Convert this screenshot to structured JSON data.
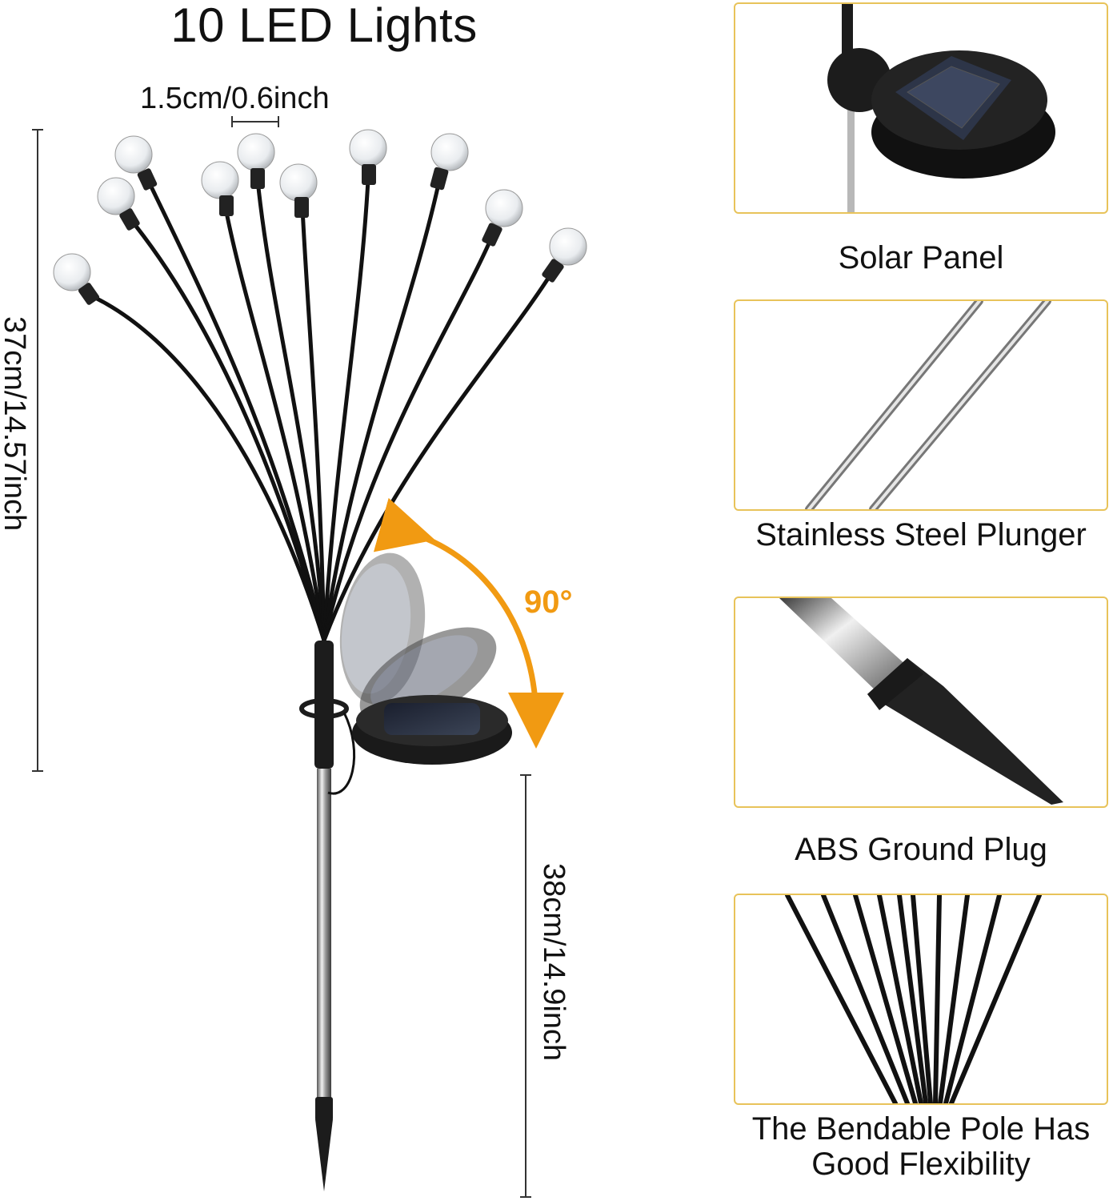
{
  "title": "10 LED Lights",
  "dimensions": {
    "bulb_spacing": "1.5cm/0.6inch",
    "total_height": "37cm/14.57inch",
    "stake_height": "38cm/14.9inch",
    "rotation": "90°"
  },
  "features": [
    {
      "caption": "Solar Panel"
    },
    {
      "caption": "Stainless Steel Plunger"
    },
    {
      "caption": "ABS Ground Plug"
    },
    {
      "caption": "The Bendable Pole Has Good Flexibility"
    }
  ],
  "colors": {
    "accent": "#f19a12",
    "panel_border": "#e8c35a"
  }
}
